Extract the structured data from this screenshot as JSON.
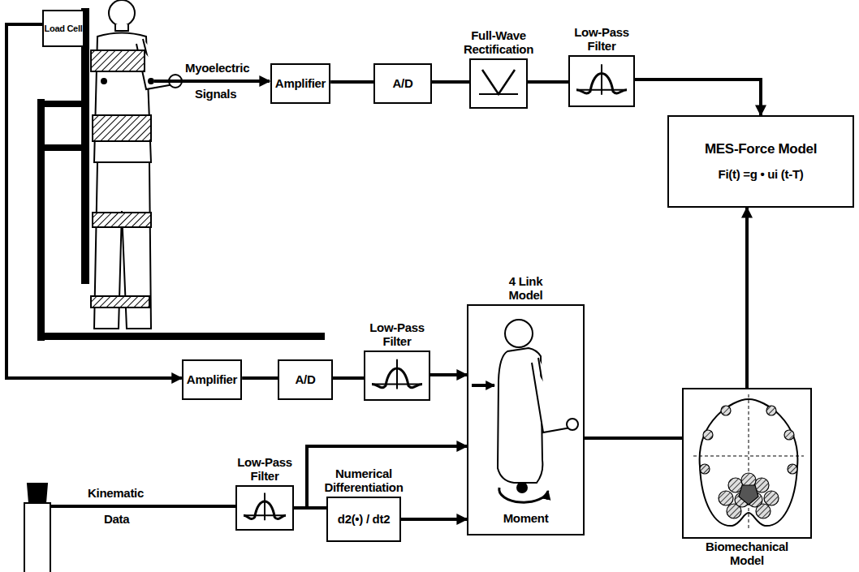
{
  "diagram": {
    "nodes": [
      {
        "text": [
          "Load Cell"
        ]
      },
      {
        "text": [
          "Amplifier"
        ]
      },
      {
        "text": [
          "A/D"
        ]
      },
      {
        "text": [
          "Full-Wave Rectification"
        ]
      },
      {
        "text": [
          "Low-Pass Filter"
        ]
      },
      {
        "text": [
          "MES-Force Model",
          "Fi(t) =g • ui (t-T)"
        ]
      },
      {
        "text": [
          "Amplifier"
        ]
      },
      {
        "text": [
          "A/D"
        ]
      },
      {
        "text": [
          "Low-Pass Filter"
        ]
      },
      {
        "text": [
          "4 Link Model",
          "Moment"
        ]
      },
      {
        "text": [
          "Low-Pass Filter"
        ]
      },
      {
        "text": [
          "Numerical Differentiation",
          "d2(•) / dt2"
        ]
      },
      {
        "text": [
          "Biomechanical Model"
        ]
      }
    ],
    "edges": [
      {
        "from": 1,
        "to": 2,
        "arrow": "none"
      },
      {
        "from": 2,
        "to": 3,
        "arrow": "none"
      },
      {
        "from": 3,
        "to": 4,
        "arrow": "none"
      },
      {
        "from": 4,
        "to": 5,
        "arrow": "to"
      },
      {
        "from": 0,
        "to": 6,
        "arrow": "to"
      },
      {
        "from": 6,
        "to": 7,
        "arrow": "none"
      },
      {
        "from": 7,
        "to": 8,
        "arrow": "none"
      },
      {
        "from": 8,
        "to": 9,
        "arrow": "to"
      },
      {
        "from": 10,
        "to": 9,
        "arrow": "to"
      },
      {
        "from": 10,
        "to": 11,
        "arrow": "none"
      },
      {
        "from": 11,
        "to": 9,
        "arrow": "to"
      },
      {
        "from": 9,
        "to": 12,
        "arrow": "none"
      },
      {
        "from": 12,
        "to": 5,
        "arrow": "to"
      }
    ],
    "labels": [
      "Myoelectric",
      "Signals",
      "Kinematic",
      "Data"
    ]
  }
}
